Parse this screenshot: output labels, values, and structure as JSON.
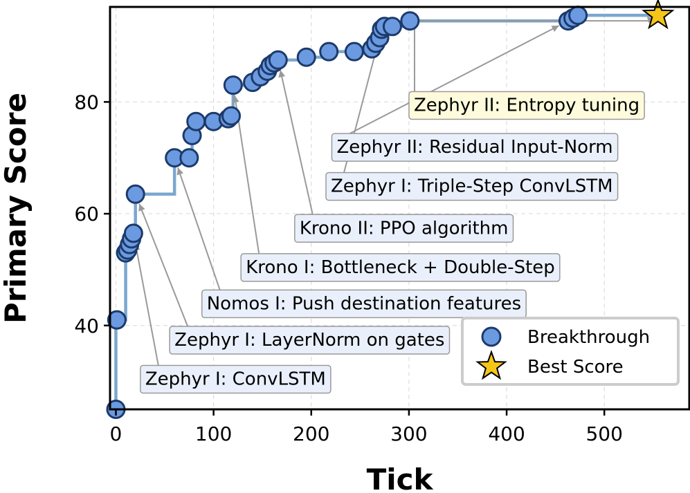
{
  "chart_data": {
    "type": "scatter",
    "xlabel": "Tick",
    "ylabel": "Primary Score",
    "xlim": [
      -6,
      587
    ],
    "ylim": [
      25,
      97
    ],
    "xticks": [
      0,
      100,
      200,
      300,
      400,
      500
    ],
    "yticks": [
      40,
      60,
      80
    ],
    "grid": true,
    "legend_placement": "bottom-right",
    "colors": {
      "step_line": "#7ba7d0",
      "marker_fill": "#6b9ae0",
      "marker_edge": "#1c3a6b",
      "star_fill": "#f5c518",
      "annotation_box": "#eaf0fb",
      "annotation_box_highlight": "#fdfbdc",
      "arrow": "#999999",
      "grid": "#dddddd"
    },
    "step_line": {
      "x": [
        0,
        0,
        1,
        10,
        12,
        14,
        16,
        18,
        20,
        60,
        60,
        75,
        78,
        82,
        100,
        110,
        115,
        118,
        120,
        140,
        148,
        155,
        158,
        162,
        166,
        170,
        195,
        218,
        244,
        262,
        266,
        270,
        272,
        275,
        283,
        301,
        463,
        468,
        473,
        555
      ],
      "y": [
        25,
        41,
        41,
        53,
        53.5,
        54.5,
        55.5,
        56.5,
        63.5,
        63.5,
        70,
        70,
        74,
        76.5,
        76.5,
        77,
        77.5,
        77.5,
        83,
        83.5,
        84.5,
        85.5,
        86.5,
        87,
        87.5,
        87.5,
        88,
        89,
        89,
        89.5,
        90.5,
        91.5,
        93,
        93.5,
        93.5,
        94.5,
        94.5,
        95,
        95.5,
        95.5
      ]
    },
    "series": [
      {
        "name": "Breakthrough",
        "marker": "circle",
        "x": [
          0,
          1,
          10,
          12,
          14,
          16,
          18,
          20,
          60,
          75,
          78,
          82,
          100,
          115,
          118,
          120,
          140,
          148,
          155,
          158,
          162,
          166,
          195,
          218,
          244,
          262,
          266,
          270,
          272,
          275,
          283,
          301,
          463,
          468,
          473
        ],
        "y": [
          25,
          41,
          53,
          53.5,
          54.5,
          55.5,
          56.5,
          63.5,
          70,
          70,
          74,
          76.5,
          76.5,
          77,
          77.5,
          83,
          83.5,
          84.5,
          85.5,
          86.5,
          87,
          87.5,
          88,
          89,
          89,
          89.5,
          90.5,
          91.5,
          93,
          93.5,
          93.5,
          94.5,
          94.5,
          95,
          95.5
        ]
      },
      {
        "name": "Best Score",
        "marker": "star",
        "x": [
          555
        ],
        "y": [
          95.5
        ]
      }
    ],
    "annotations": [
      {
        "text": "Zephyr I: ConvLSTM",
        "point_x": 18,
        "point_y": 56.5,
        "label_x": 30,
        "label_y": 30.5,
        "highlight": false
      },
      {
        "text": "Zephyr I: LayerNorm on gates",
        "point_x": 20,
        "point_y": 63.5,
        "label_x": 60,
        "label_y": 37.5,
        "highlight": false
      },
      {
        "text": "Nomos I: Push destination features",
        "point_x": 60,
        "point_y": 70,
        "label_x": 93,
        "label_y": 44,
        "highlight": false
      },
      {
        "text": "Krono I: Bottleneck + Double-Step",
        "point_x": 120,
        "point_y": 83,
        "label_x": 133,
        "label_y": 50.5,
        "highlight": false
      },
      {
        "text": "Krono II: PPO algorithm",
        "point_x": 166,
        "point_y": 87.5,
        "label_x": 188,
        "label_y": 57.5,
        "highlight": false
      },
      {
        "text": "Zephyr I: Triple-Step ConvLSTM",
        "point_x": 272,
        "point_y": 93,
        "label_x": 220,
        "label_y": 65,
        "highlight": false
      },
      {
        "text": "Zephyr II: Residual Input-Norm",
        "point_x": 463,
        "point_y": 94.5,
        "label_x": 226,
        "label_y": 72,
        "highlight": false
      },
      {
        "text": "Zephyr II: Entropy tuning",
        "point_x": 555,
        "point_y": 95.5,
        "label_x": 305,
        "label_y": 79.5,
        "highlight": true
      }
    ],
    "legend": [
      {
        "label": "Breakthrough",
        "marker": "circle"
      },
      {
        "label": "Best Score",
        "marker": "star"
      }
    ]
  }
}
